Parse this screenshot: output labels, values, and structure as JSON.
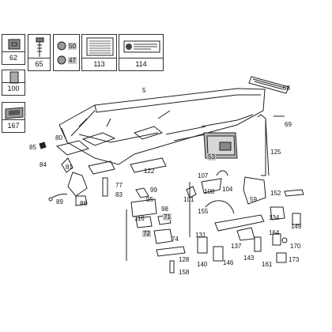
{
  "colors": {
    "ink": "#222222",
    "highlight": "#c8c8c8",
    "background": "#ffffff"
  },
  "legend_boxes": [
    {
      "id": "b62",
      "number": "62",
      "icon": "clip-icon"
    },
    {
      "id": "b65",
      "number": "65",
      "icon": "screw-icon"
    },
    {
      "id": "b113",
      "number": "113",
      "icon": "label-sheet-icon"
    },
    {
      "id": "b114",
      "number": "114",
      "icon": "sticker-icon"
    },
    {
      "id": "b100",
      "number": "100",
      "icon": "bracket-icon"
    },
    {
      "id": "b167",
      "number": "167",
      "icon": "grommet-icon"
    }
  ],
  "box_inner": {
    "small_50": "50",
    "small_47": "47"
  },
  "callouts": [
    {
      "id": "n5",
      "text": "5",
      "highlight": false
    },
    {
      "id": "n68",
      "text": "68",
      "highlight": false
    },
    {
      "id": "n69",
      "text": "69",
      "highlight": false
    },
    {
      "id": "n125",
      "text": "125",
      "highlight": false
    },
    {
      "id": "n80",
      "text": "80",
      "highlight": false
    },
    {
      "id": "n85",
      "text": "85",
      "highlight": false
    },
    {
      "id": "n84",
      "text": "84",
      "highlight": false
    },
    {
      "id": "n81",
      "text": "81",
      "highlight": false
    },
    {
      "id": "n77",
      "text": "77",
      "highlight": false
    },
    {
      "id": "n83",
      "text": "83",
      "highlight": false
    },
    {
      "id": "n86",
      "text": "86",
      "highlight": false
    },
    {
      "id": "n89",
      "text": "89",
      "highlight": false
    },
    {
      "id": "n122",
      "text": "122",
      "highlight": false
    },
    {
      "id": "n99",
      "text": "99",
      "highlight": false
    },
    {
      "id": "n95",
      "text": "95",
      "highlight": false
    },
    {
      "id": "n98",
      "text": "98",
      "highlight": false
    },
    {
      "id": "n116",
      "text": "116",
      "highlight": false
    },
    {
      "id": "n71",
      "text": "71",
      "highlight": true
    },
    {
      "id": "n72",
      "text": "72",
      "highlight": true
    },
    {
      "id": "n74",
      "text": "74",
      "highlight": false
    },
    {
      "id": "n128",
      "text": "128",
      "highlight": false
    },
    {
      "id": "n158",
      "text": "158",
      "highlight": false
    },
    {
      "id": "n101",
      "text": "101",
      "highlight": false
    },
    {
      "id": "n53",
      "text": "53",
      "highlight": true
    },
    {
      "id": "n107",
      "text": "107",
      "highlight": false
    },
    {
      "id": "n104",
      "text": "104",
      "highlight": false
    },
    {
      "id": "n108",
      "text": "108",
      "highlight": false
    },
    {
      "id": "n59",
      "text": "59",
      "highlight": false
    },
    {
      "id": "n152",
      "text": "152",
      "highlight": false
    },
    {
      "id": "n155",
      "text": "155",
      "highlight": false
    },
    {
      "id": "n134",
      "text": "134",
      "highlight": false
    },
    {
      "id": "n149",
      "text": "149",
      "highlight": false
    },
    {
      "id": "n131",
      "text": "131",
      "highlight": false
    },
    {
      "id": "n164",
      "text": "164",
      "highlight": false
    },
    {
      "id": "n137",
      "text": "137",
      "highlight": false
    },
    {
      "id": "n170",
      "text": "170",
      "highlight": false
    },
    {
      "id": "n143",
      "text": "143",
      "highlight": false
    },
    {
      "id": "n140",
      "text": "140",
      "highlight": false
    },
    {
      "id": "n146",
      "text": "146",
      "highlight": false
    },
    {
      "id": "n161",
      "text": "161",
      "highlight": false
    },
    {
      "id": "n173",
      "text": "173",
      "highlight": false
    }
  ]
}
